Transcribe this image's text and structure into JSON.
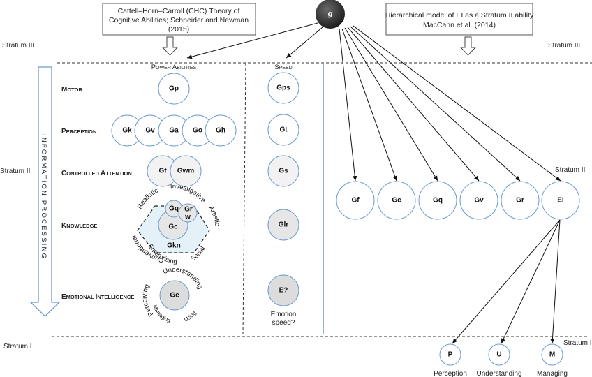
{
  "top_node": {
    "label": "g",
    "fill": "#3a3a3a"
  },
  "source_boxes": {
    "chc": {
      "lines": [
        "Cattell–Horn–Carroll (CHC) Theory of",
        "Cognitive Abilities; Schneider and Newman",
        "(2015)"
      ]
    },
    "ei": {
      "lines": [
        "Hierarchical model of EI as a Stratum II ability",
        "MacCann et al. (2014)"
      ]
    }
  },
  "strata": {
    "left": {
      "iii": "Stratum III",
      "ii": "Stratum II",
      "i": "Stratum I"
    },
    "right": {
      "iii": "Stratum III",
      "ii": "Stratum II",
      "i": "Stratum I"
    }
  },
  "process_arrow": {
    "label": "Information Processing"
  },
  "column_headers": {
    "power": "Power Abilities",
    "speed": "Speed"
  },
  "rows": [
    {
      "id": "motor",
      "label": "Motor",
      "power": [
        "Gp"
      ],
      "speed": "Gps"
    },
    {
      "id": "perception",
      "label": "Perception",
      "power": [
        "Gk",
        "Gv",
        "Ga",
        "Go",
        "Gh"
      ],
      "speed": "Gt"
    },
    {
      "id": "controlled-attention",
      "label": "Controlled Attention",
      "power": [
        "Gf",
        "Gwm"
      ],
      "speed": "Gs"
    },
    {
      "id": "knowledge",
      "label": "Knowledge",
      "power": [
        "Gq",
        "Grw",
        "Gc",
        "Gkn"
      ],
      "speed": "Glr"
    },
    {
      "id": "emotional-intelligence",
      "label": "Emotional Intelligence",
      "power": [
        "Ge"
      ],
      "speed": "E?"
    }
  ],
  "knowledge_ring": [
    "Realistic",
    "Investigative",
    "Artistic",
    "Social",
    "Enterprising",
    "Conventional"
  ],
  "knowledge_nodes": {
    "gq": "Gq",
    "grw_1": "Gr",
    "grw_2": "w",
    "gc": "Gc",
    "gkn": "Gkn"
  },
  "ei_ring": [
    "Perceiving",
    "Understanding",
    "Using",
    "Managing"
  ],
  "emotion_speed_note": [
    "Emotion",
    "speed?"
  ],
  "stratum2_nodes": [
    "Gf",
    "Gc",
    "Gq",
    "Gv",
    "Gr",
    "EI"
  ],
  "stratum1_nodes": [
    {
      "label": "P",
      "caption": "Perception"
    },
    {
      "label": "U",
      "caption": "Understanding"
    },
    {
      "label": "M",
      "caption": "Managing"
    }
  ],
  "colors": {
    "circle_stroke": "#6a9bd1",
    "white_fill": "#ffffff",
    "light_fill": "#f2f2f2",
    "mid_fill": "#e6e6e6",
    "dark_fill": "#dcdcdc",
    "hex_fill": "#e4f1f8",
    "arrow_stroke": "#6a9bd1"
  }
}
